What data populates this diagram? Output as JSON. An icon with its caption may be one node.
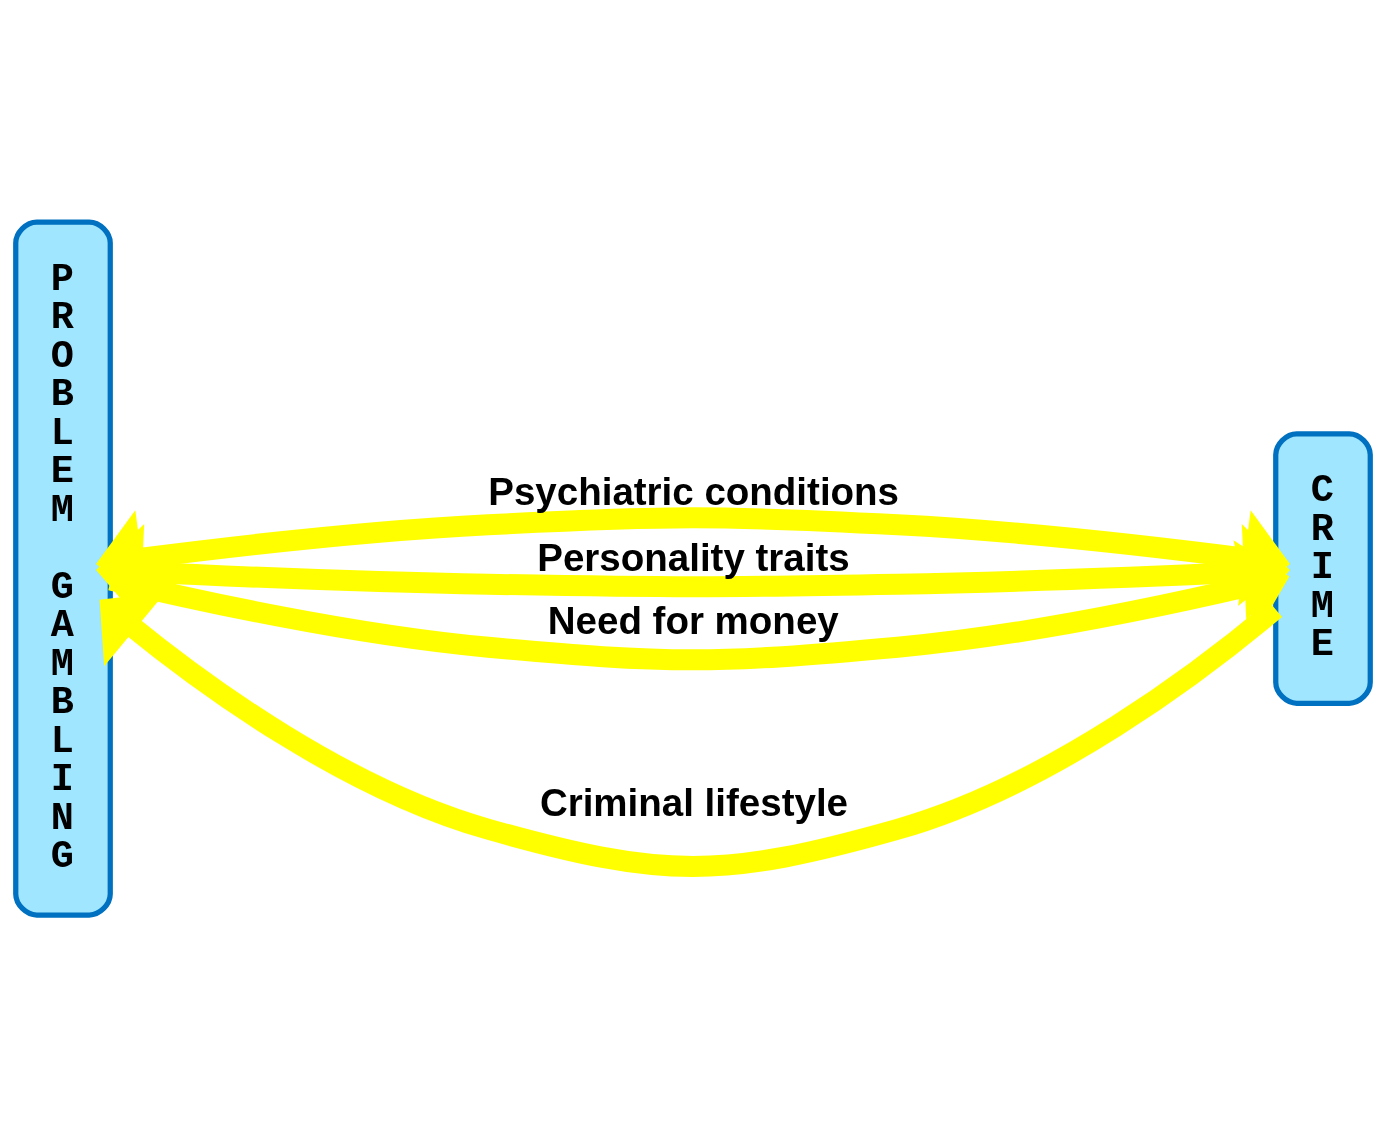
{
  "diagram": {
    "nodes": [
      {
        "text": [
          "PROBLEM GAMBLING"
        ]
      },
      {
        "text": [
          "CRIME"
        ]
      }
    ],
    "edges": [
      {
        "from": 1,
        "to": 0,
        "arrow": "to",
        "label": "Criminal lifestyle"
      },
      {
        "from": 0,
        "to": 1,
        "arrow": "both",
        "label": "Psychiatric conditions"
      },
      {
        "from": 0,
        "to": 1,
        "arrow": "both",
        "label": "Personality traits"
      },
      {
        "from": 0,
        "to": 1,
        "arrow": "to",
        "label": "Need for money"
      }
    ]
  }
}
